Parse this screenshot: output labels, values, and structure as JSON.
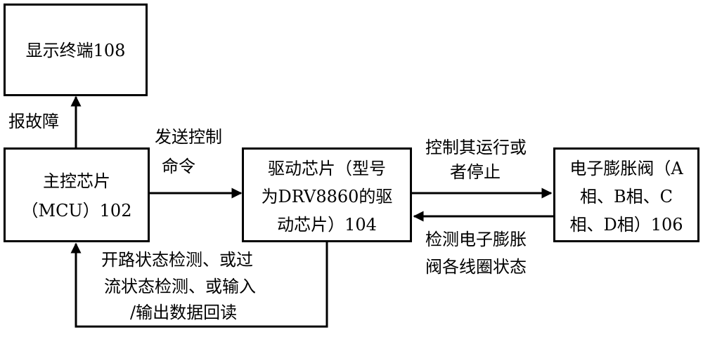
{
  "nodes": {
    "display": {
      "label": "显示终端108"
    },
    "mcu": {
      "line1": "主控芯片",
      "line2": "（MCU）102"
    },
    "driver": {
      "line1": "驱动芯片（型号",
      "line2": "为DRV8860的驱",
      "line3": "动芯片）104"
    },
    "valve": {
      "line1": "电子膨胀阀（A",
      "line2": "相、B相、C",
      "line3": "相、D相）106"
    }
  },
  "edges": {
    "report_fault": {
      "label": "报故障"
    },
    "send_command": {
      "line1": "发送控制",
      "line2": "命令"
    },
    "control_run": {
      "line1": "控制其运行或",
      "line2": "者停止"
    },
    "detect_coils": {
      "line1": "检测电子膨胀",
      "line2": "阀各线圈状态"
    },
    "feedback": {
      "line1": "开路状态检测、或过",
      "line2": "流状态检测、或输入",
      "line3": "/输出数据回读"
    }
  }
}
